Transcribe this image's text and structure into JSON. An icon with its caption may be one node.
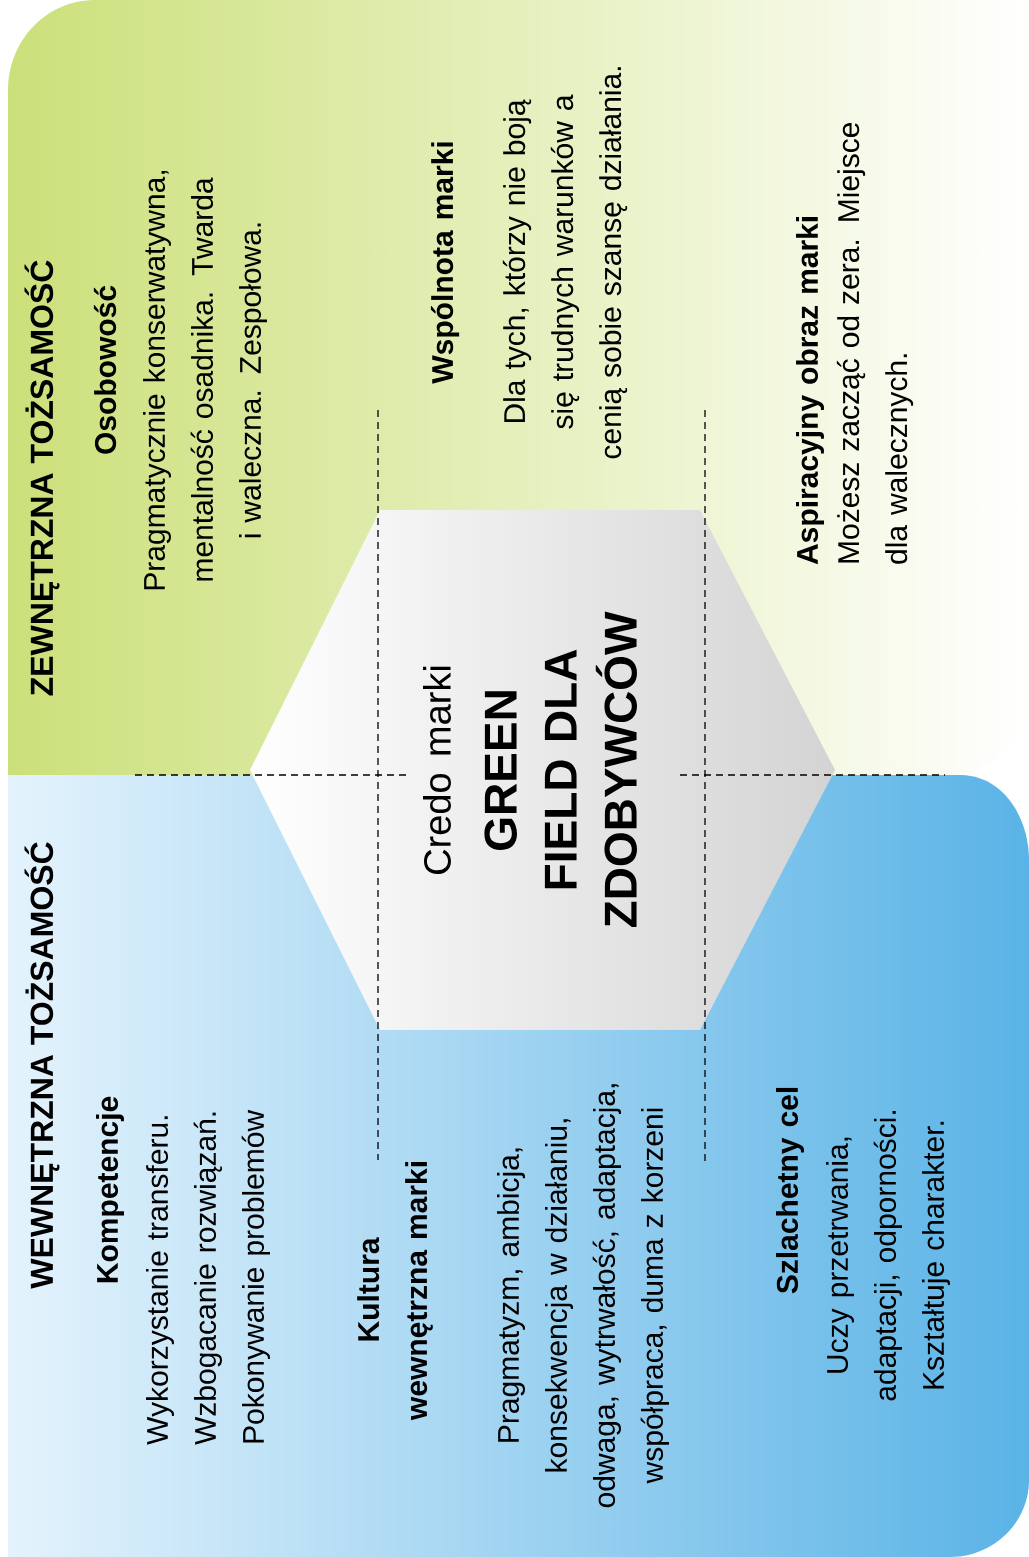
{
  "diagram": {
    "nodes": [
      {
        "text": [
          "WEWNĘTRZNA TOŻSAMOŚĆ"
        ]
      },
      {
        "text": [
          "ZEWNĘTRZNA TOŻSAMOŚĆ"
        ]
      },
      {
        "text": [
          "Credo marki",
          "GREEN FIELD DLA ZDOBYWCÓW"
        ]
      }
    ],
    "labels": [
      "Kompetencje",
      "Wykorzystanie transferu. Wzbogacanie rozwiązań. Pokonywanie problemów",
      "Osobowość",
      "Pragmatycznie konserwatywna, mentalność osadnika. Twarda i waleczna. Zespołowa.",
      "Kultura wewnętrzna marki",
      "Pragmatyzm, ambicja, konsekwencja w działaniu, odwaga, wytrwałość, adaptacja, współpraca, duma z korzeni",
      "Wspólnota marki",
      "Dla tych, którzy nie boją się trudnych warunków a cenią sobie szansę działania.",
      "Szlachetny cel",
      "Uczy przetrwania, adaptacji, odporności. Kształtuje charakter.",
      "Aspiracyjny obraz marki",
      "Możesz zacząć od zera. Miejsce dla walecznych."
    ]
  }
}
